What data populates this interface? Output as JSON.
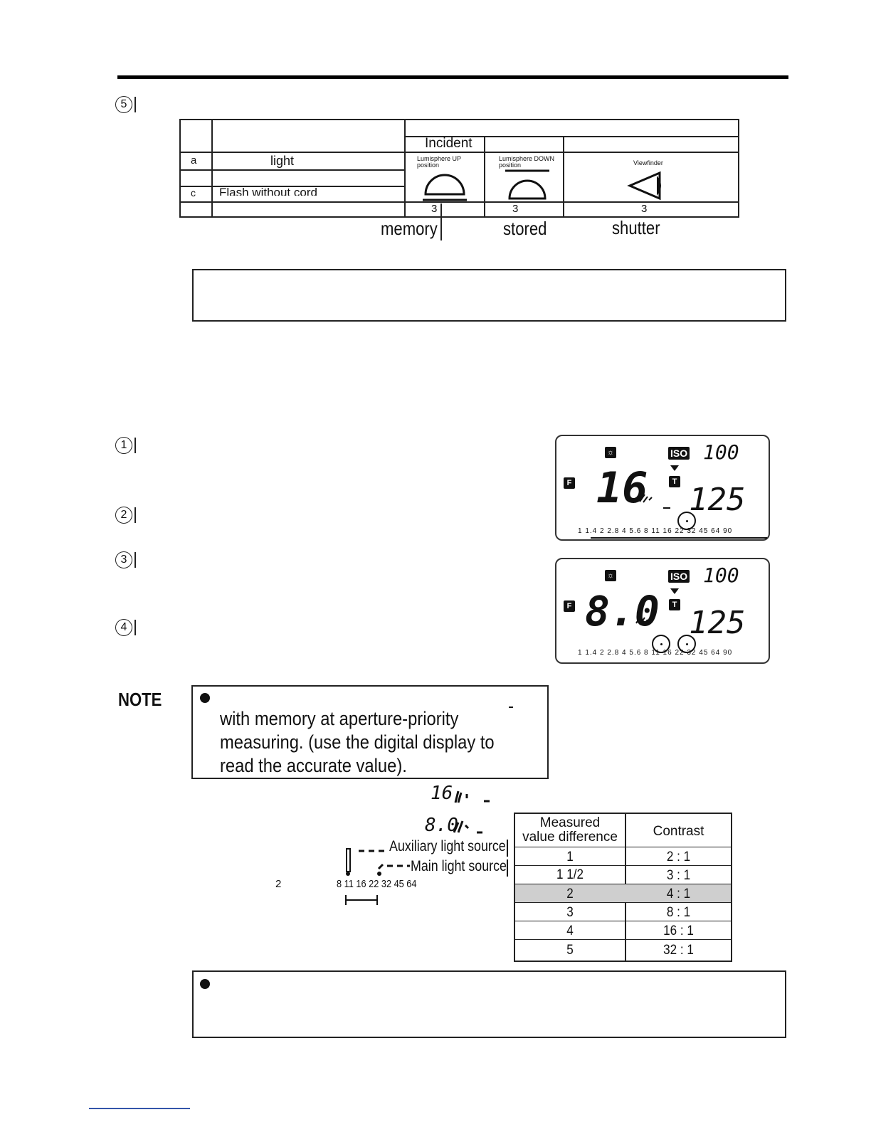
{
  "step5": {
    "marker": "5"
  },
  "mode_table": {
    "col_incident": "Incident",
    "row_a": {
      "letter": "a",
      "label": "light"
    },
    "row_c": {
      "letter": "c",
      "label": "Flash without cord"
    },
    "icon_up_label": "Lumisphere UP position",
    "icon_down_label": "Lumisphere DOWN position",
    "icon_viewfinder_label": "Viewfinder",
    "footer_values": [
      "3",
      "3",
      "3"
    ],
    "under_labels": [
      "memory",
      "stored",
      "shutter"
    ]
  },
  "steps": [
    "1",
    "2",
    "3",
    "4"
  ],
  "lcd1": {
    "iso_badge": "ISO",
    "iso_value": "100",
    "f_icon": "F",
    "t_icon": "T",
    "aperture": "16",
    "shutter": "125",
    "scale": "1  1.4  2  2.8  4  5.6  8  11  16  22  32  45  64  90"
  },
  "lcd2": {
    "iso_badge": "ISO",
    "iso_value": "100",
    "f_icon": "F",
    "t_icon": "T",
    "aperture": "8.0",
    "shutter": "125",
    "scale": "1  1.4  2  2.8  4  5.6  8  11  16  22  32  45  64  90"
  },
  "note": {
    "label": "NOTE",
    "lines": [
      "with memory at aperture-priority",
      "measuring.  (use the digital display to",
      "read the accurate value)."
    ]
  },
  "diagram": {
    "reading_top": "16",
    "reading_bottom": "8.0",
    "aux_label": "Auxiliary light source",
    "main_label": "Main light source",
    "left_number": "2",
    "scale": "8  11  16  22  32  45  64"
  },
  "contrast_table": {
    "header_left": [
      "Measured",
      "value difference"
    ],
    "header_right": "Contrast",
    "rows": [
      {
        "diff": "1",
        "contrast": "2 : 1"
      },
      {
        "diff": "1 1/2",
        "contrast": "3 : 1"
      },
      {
        "diff": "2",
        "contrast": "4 : 1"
      },
      {
        "diff": "3",
        "contrast": "8 : 1"
      },
      {
        "diff": "4",
        "contrast": "16 : 1"
      },
      {
        "diff": "5",
        "contrast": "32 : 1"
      }
    ]
  }
}
